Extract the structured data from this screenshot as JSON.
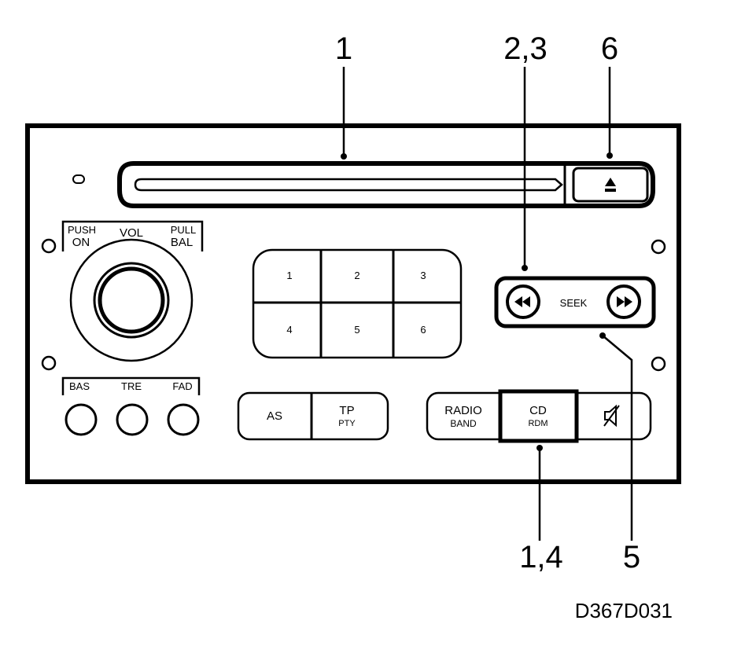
{
  "callouts": {
    "c1": "1",
    "c23": "2,3",
    "c6": "6",
    "c5": "5",
    "c14": "1,4"
  },
  "figure_code": "D367D031",
  "volume": {
    "push_on_top": "PUSH",
    "push_on_bottom": "ON",
    "vol": "VOL",
    "pull_top": "PULL",
    "pull_bottom": "BAL"
  },
  "tone": {
    "bas": "BAS",
    "tre": "TRE",
    "fad": "FAD"
  },
  "presets": [
    "1",
    "2",
    "3",
    "4",
    "5",
    "6"
  ],
  "seek_label": "SEEK",
  "as_label": "AS",
  "tp_top": "TP",
  "tp_bottom": "PTY",
  "radio_top": "RADIO",
  "radio_bottom": "BAND",
  "cd_top": "CD",
  "cd_bottom": "RDM",
  "icons": {
    "eject": "eject-icon",
    "rewind": "rewind-icon",
    "fast_forward": "fast-forward-icon",
    "mute": "mute-icon"
  }
}
